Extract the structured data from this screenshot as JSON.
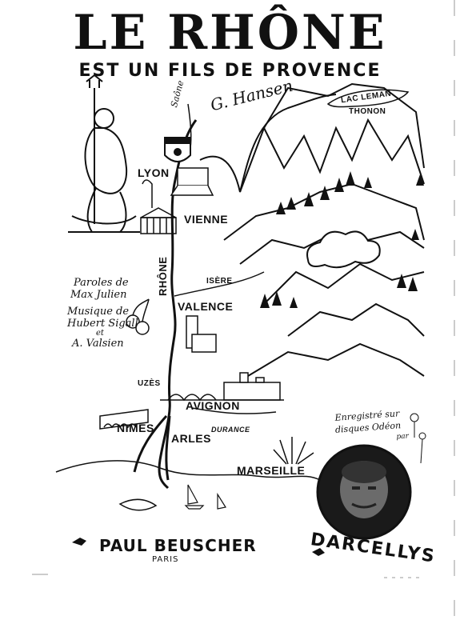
{
  "title": "LE RHÔNE",
  "subtitle": "EST UN FILS DE PROVENCE",
  "signature": "G. Hansen",
  "credits": {
    "lyrics_label": "Paroles de",
    "lyricist": "Max Julien",
    "music_label": "Musique de",
    "composer1": "Hubert Sigall",
    "and": "et",
    "composer2": "A. Valsien"
  },
  "record_note": {
    "line1": "Enregistré sur",
    "line2": "disques Odéon",
    "line3": "par"
  },
  "places": {
    "lac_leman": "LAC LEMAN",
    "thonon": "THONON",
    "saone": "Saône",
    "lyon": "LYON",
    "vienne": "VIENNE",
    "rhone": "RHÔNE",
    "isere": "ISÈRE",
    "valence": "VALENCE",
    "uzes": "UZÈS",
    "avignon": "AVIGNON",
    "nimes": "NIMES",
    "arles": "ARLES",
    "durance": "DURANCE",
    "marseille": "MARSEILLE"
  },
  "publisher": "PAUL BEUSCHER",
  "publisher_city": "PARIS",
  "artist": "DARCELLYS"
}
